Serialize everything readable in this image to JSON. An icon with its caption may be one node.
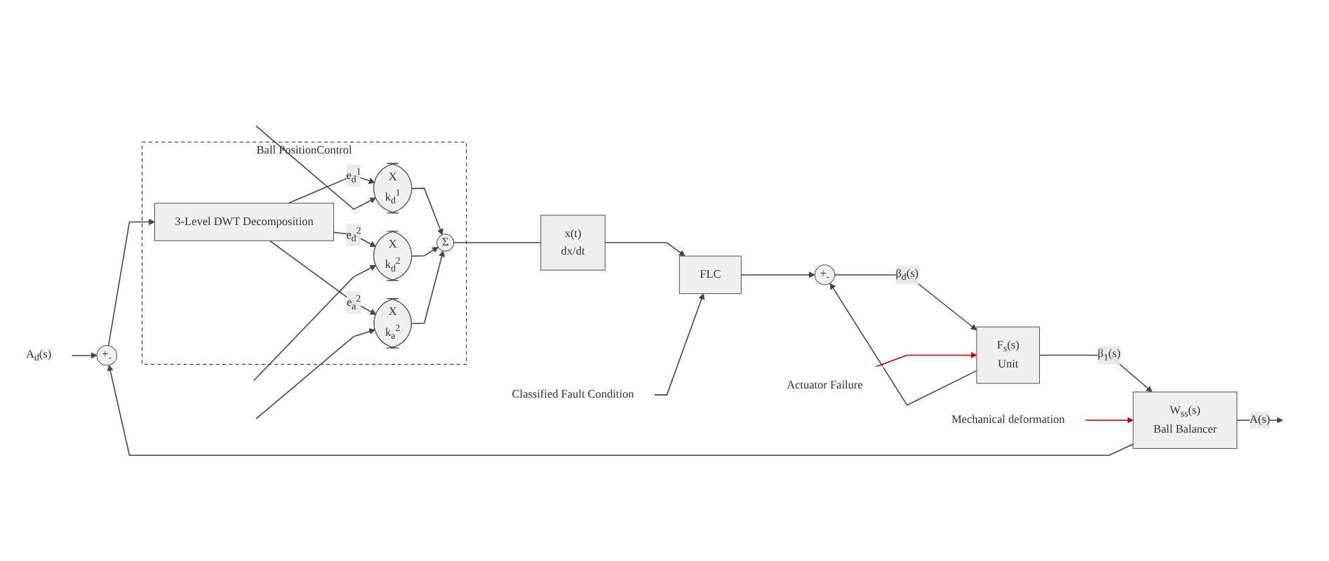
{
  "diagram": {
    "nodes": [
      {
        "text": [
          "Ball PositionControl"
        ]
      },
      {
        "text": [
          "A$_{d}$(s)"
        ]
      },
      {
        "text": [
          "+$_{-}$"
        ]
      },
      {
        "text": [
          "3-Level DWT Decomposition"
        ],
        "in": 0
      },
      {
        "text": [
          "X",
          "k$_{d}$$^{1}$"
        ],
        "in": 0
      },
      {
        "text": [
          "X",
          "k$_{d}$$^{2}$"
        ],
        "in": 0
      },
      {
        "text": [
          "X",
          "k$_{a}$$^{2}$"
        ],
        "in": 0
      },
      {
        "text": [
          "Σ"
        ],
        "in": 0
      },
      {
        "text": [
          "x(t)",
          "dx/dt"
        ]
      },
      {
        "text": [
          "Classified Fault Condition"
        ]
      },
      {
        "text": [
          "FLC"
        ]
      },
      {
        "text": [
          "+$_{-}$"
        ]
      },
      {
        "text": [
          "F$_{s}$(s)",
          "Unit"
        ]
      },
      {
        "text": [
          "Actuator Failure"
        ]
      },
      {
        "text": [
          "W$_{ss}$(s)",
          "Ball Balancer"
        ]
      },
      {
        "text": [
          "Mechanical deformation"
        ]
      }
    ],
    "edges": [
      {
        "from": 1,
        "to": 2,
        "arrow": "to"
      },
      {
        "from": 2,
        "to": 3,
        "arrow": "to"
      },
      {
        "from": 3,
        "to": 4,
        "arrow": "to",
        "label": "e$_{d}$$^{1}$"
      },
      {
        "from": 3,
        "to": 5,
        "arrow": "to",
        "label": "e$_{d}$$^{2}$"
      },
      {
        "from": 3,
        "to": 6,
        "arrow": "to",
        "label": "e$_{a}$$^{2}$"
      },
      {
        "from": null,
        "to": 4,
        "arrow": "to"
      },
      {
        "from": null,
        "to": 5,
        "arrow": "to"
      },
      {
        "from": null,
        "to": 6,
        "arrow": "to"
      },
      {
        "from": 4,
        "to": 7,
        "arrow": "to"
      },
      {
        "from": 5,
        "to": 7,
        "arrow": "to"
      },
      {
        "from": 6,
        "to": 7,
        "arrow": "to"
      },
      {
        "from": 7,
        "to": 8,
        "arrow": "none"
      },
      {
        "from": 8,
        "to": 10,
        "arrow": "to"
      },
      {
        "from": 9,
        "to": 10,
        "arrow": "to"
      },
      {
        "from": 10,
        "to": 11,
        "arrow": "to"
      },
      {
        "from": 11,
        "to": 12,
        "arrow": "to",
        "label": "β$_{d}$(s)"
      },
      {
        "from": 13,
        "to": 12,
        "arrow": "to",
        "color": "#c00000"
      },
      {
        "from": 12,
        "to": 14,
        "arrow": "to",
        "label": "β$_{1}$(s)"
      },
      {
        "from": 12,
        "to": 11,
        "arrow": "to"
      },
      {
        "from": 15,
        "to": 14,
        "arrow": "to",
        "color": "#c00000"
      },
      {
        "from": 14,
        "to": 2,
        "arrow": "to"
      },
      {
        "from": 14,
        "to": null,
        "arrow": "to",
        "label": "A(s)"
      }
    ]
  }
}
